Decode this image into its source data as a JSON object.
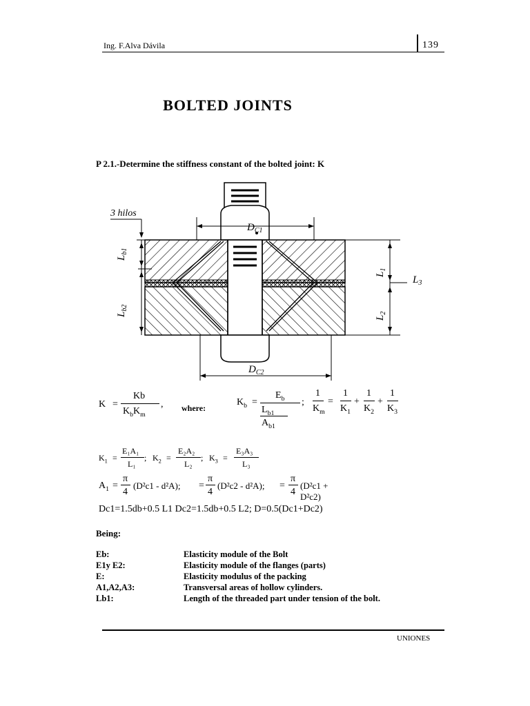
{
  "header": {
    "author": "Ing. F.Alva Dávila",
    "page": "139"
  },
  "title": "BOLTED  JOINTS",
  "problem": "P 2.1.-Determine the stiffness constant of the bolted joint: K",
  "figure": {
    "threads_label": "3 hilos",
    "dc1": "D",
    "dc1_sub": "C1",
    "dc2": "D",
    "dc2_sub": "C2",
    "lb1": "L",
    "lb1_sub": "b1",
    "lb2": "L",
    "lb2_sub": "b2",
    "l1": "L",
    "l1_sub": "1",
    "l2": "L",
    "l2_sub": "2",
    "l3": "L",
    "l3_sub": "3"
  },
  "formulas": {
    "k_symbol": "K",
    "k_num": "Kb",
    "k_den": "K",
    "k_den_sub1": "b",
    "k_den_2": "K",
    "k_den_sub2": "m",
    "where": "where:",
    "kb_lhs": "K",
    "kb_lhs_sub": "b",
    "kb_num": "E",
    "kb_num_sub": "b",
    "kb_den_line1": "L",
    "kb_den_line1_sub": "b1",
    "kb_den_line2": "A",
    "kb_den_line2_sub": "b1",
    "one": "1",
    "km": "K",
    "km_sub": "m",
    "k1": "K",
    "k1_sub": "1",
    "k2": "K",
    "k2_sub": "2",
    "k3": "K",
    "k3_sub": "3",
    "ek1_num": "E₁A₁",
    "ek1_den": "L₁",
    "ek2_num": "E₂A₂",
    "ek2_den": "L₂",
    "ek3_num": "E₃A₃",
    "ek3_den": "L₃",
    "pi": "π",
    "four": "4",
    "a1_expr": "(D²c1 - d²A);",
    "a2_expr": "(D²c2 - d²A);",
    "a3_expr": "(D²c1 + D²c2)",
    "dc_line": "Dc1=1.5db+0.5 L1 Dc2=1.5db+0.5 L2; D=0.5(Dc1+Dc2)"
  },
  "being": "Being:",
  "definitions": [
    {
      "symbol": "Eb:",
      "text": "Elasticity module of the Bolt"
    },
    {
      "symbol": "E1y E2:",
      "text": "Elasticity module of the flanges (parts)"
    },
    {
      "symbol": "E:",
      "text": "Elasticity modulus of the packing"
    },
    {
      "symbol": "A1,A2,A3:",
      "text": "Transversal areas of hollow cylinders."
    },
    {
      "symbol": "Lb1:",
      "text": "Length of the threaded part under tension of the bolt."
    }
  ],
  "footer": "UNIONES"
}
